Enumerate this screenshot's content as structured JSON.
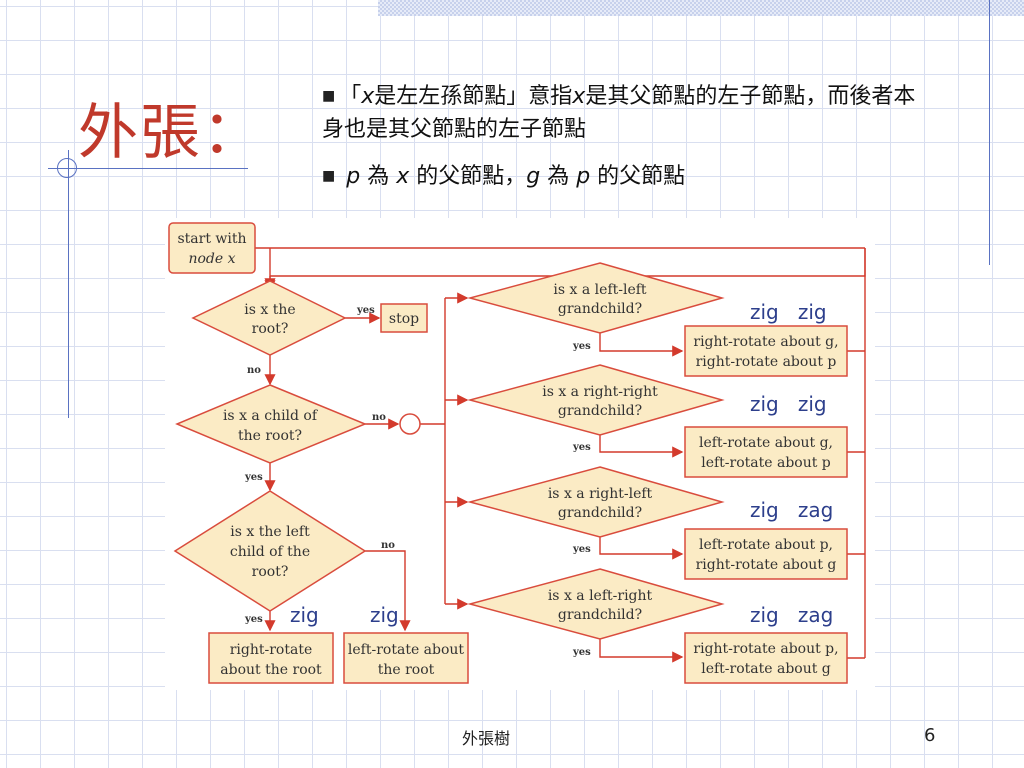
{
  "slide": {
    "title": "外張：",
    "bullet1": {
      "q_open": "「",
      "var1": "x",
      "part1": "是左左孫節點」意指",
      "var2": "x",
      "part2": "是其父節點的左子節點，而後者本身也是其父節點的左子節點"
    },
    "bullet2": {
      "var_p": "p",
      "part1": " 為 ",
      "var_x": "x",
      "part2": " 的父節點，",
      "var_g": "g",
      "part3": " 為 ",
      "var_p2": "p",
      "part4": " 的父節點"
    },
    "footer": "外張樹",
    "page_number": "6"
  },
  "flowchart": {
    "start": [
      "start with",
      "node x"
    ],
    "is_root": [
      "is x the",
      "root?"
    ],
    "stop": "stop",
    "is_child_root": [
      "is x a child of",
      "the root?"
    ],
    "is_left_child": [
      "is x the left",
      "child of the",
      "root?"
    ],
    "right_rotate_root": [
      "right-rotate",
      "about the root"
    ],
    "left_rotate_root": [
      "left-rotate about",
      "the root"
    ],
    "ll_q": [
      "is x a left-left",
      "grandchild?"
    ],
    "ll_a": [
      "right-rotate about g,",
      "right-rotate about p"
    ],
    "rr_q": [
      "is x a right-right",
      "grandchild?"
    ],
    "rr_a": [
      "left-rotate about g,",
      "left-rotate about p"
    ],
    "rl_q": [
      "is x a right-left",
      "grandchild?"
    ],
    "rl_a": [
      "left-rotate about p,",
      "right-rotate about g"
    ],
    "lr_q": [
      "is x a left-right",
      "grandchild?"
    ],
    "lr_a": [
      "right-rotate about p,",
      "left-rotate about g"
    ],
    "yes": "yes",
    "no": "no",
    "zig1": "zig",
    "zig2": "zig",
    "ll_label": "zig   zig",
    "rr_label": "zig   zig",
    "rl_label": "zig   zag",
    "lr_label": "zig   zag"
  },
  "colors": {
    "node_fill": "#fbebc5",
    "node_stroke": "#d94c3d",
    "arrow": "#d33a2c",
    "title": "#c0392b"
  }
}
